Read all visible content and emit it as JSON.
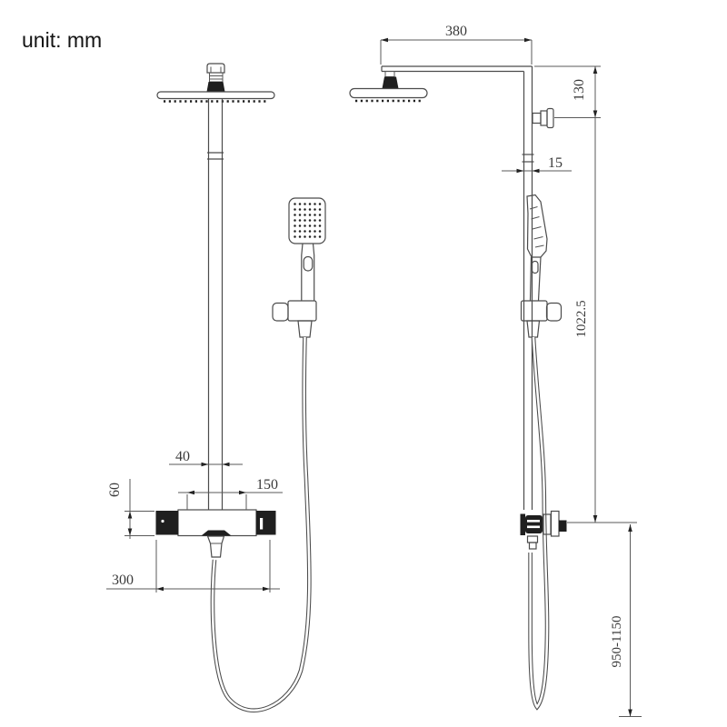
{
  "unit_label": "unit: mm",
  "dimensions": {
    "arm_length": "380",
    "arm_to_wall_bracket": "130",
    "pipe_diameter": "15",
    "riser_height": "1022.5",
    "riser_width": "40",
    "valve_inlet_spacing": "150",
    "valve_body_height": "60",
    "valve_body_width": "300",
    "install_height_range": "950-1150"
  }
}
